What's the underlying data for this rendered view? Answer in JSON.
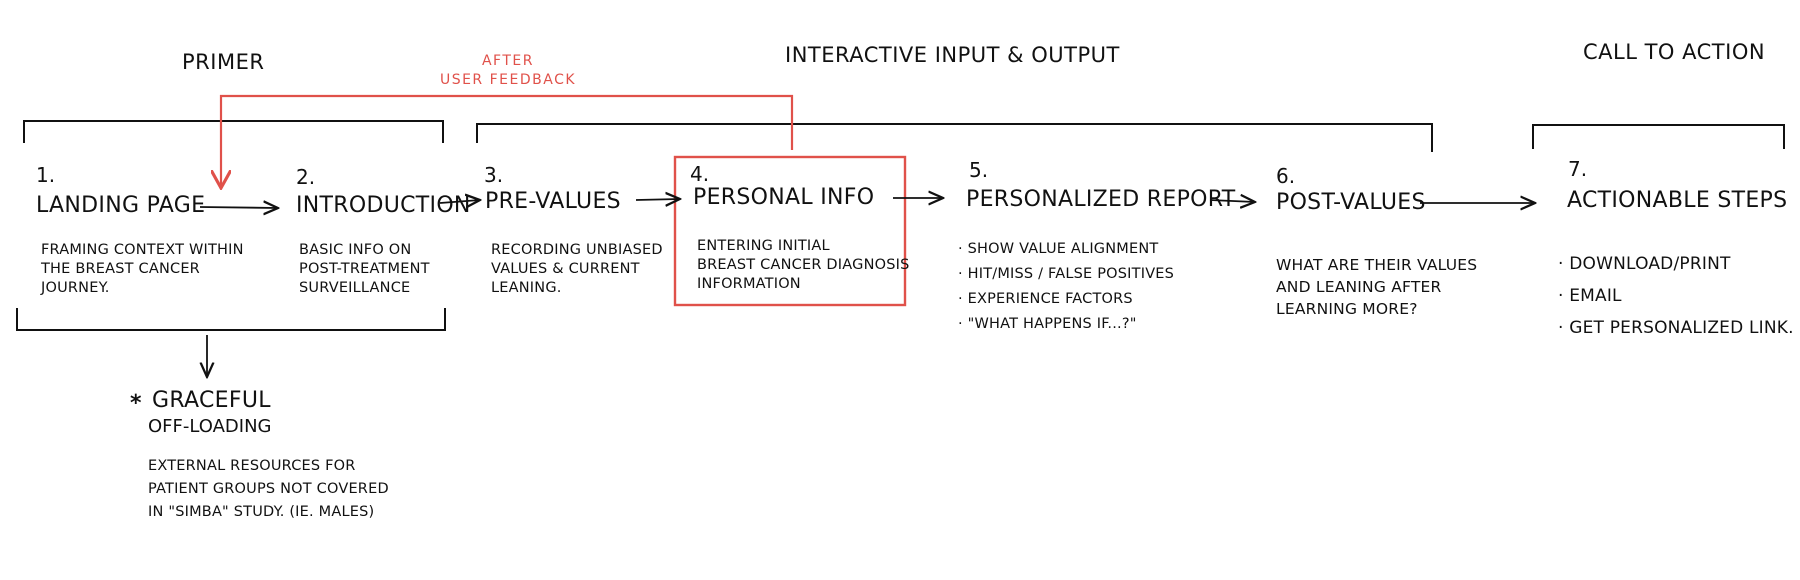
{
  "sections": {
    "primer": "PRIMER",
    "interactive": "INTERACTIVE INPUT & OUTPUT",
    "cta": "CALL TO ACTION"
  },
  "feedback_note": {
    "line1": "AFTER",
    "line2": "USER FEEDBACK"
  },
  "steps": [
    {
      "num": "1.",
      "title": "LANDING PAGE",
      "desc": [
        "FRAMING CONTEXT WITHIN",
        "THE BREAST CANCER",
        "JOURNEY."
      ]
    },
    {
      "num": "2.",
      "title": "INTRODUCTION",
      "desc": [
        "BASIC INFO ON",
        "POST-TREATMENT",
        "SURVEILLANCE"
      ]
    },
    {
      "num": "3.",
      "title": "PRE-VALUES",
      "desc": [
        "RECORDING UNBIASED",
        "VALUES & CURRENT",
        "LEANING."
      ]
    },
    {
      "num": "4.",
      "title": "PERSONAL INFO",
      "desc": [
        "ENTERING INITIAL",
        "BREAST CANCER DIAGNOSIS",
        "INFORMATION"
      ]
    },
    {
      "num": "5.",
      "title": "PERSONALIZED REPORT",
      "bullets": [
        "· SHOW VALUE ALIGNMENT",
        "· HIT/MISS / FALSE POSITIVES",
        "· EXPERIENCE FACTORS",
        "· \"WHAT HAPPENS IF...?\""
      ]
    },
    {
      "num": "6.",
      "title": "POST-VALUES",
      "desc": [
        "WHAT ARE THEIR VALUES",
        "AND LEANING AFTER",
        "LEARNING MORE?"
      ]
    },
    {
      "num": "7.",
      "title": "ACTIONABLE STEPS",
      "bullets": [
        "· DOWNLOAD/PRINT",
        "· EMAIL",
        "· GET PERSONALIZED LINK."
      ]
    }
  ],
  "offloading": {
    "star": "*",
    "title1": "GRACEFUL",
    "title2": "OFF-LOADING",
    "desc": [
      "EXTERNAL RESOURCES FOR",
      "PATIENT GROUPS NOT COVERED",
      "IN \"SIMBA\" STUDY. (IE. MALES)"
    ]
  },
  "colors": {
    "ink": "#111111",
    "highlight": "#e0514a"
  }
}
